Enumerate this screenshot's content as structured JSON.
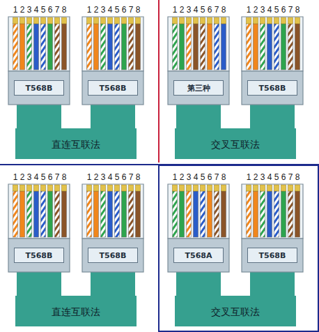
{
  "diagram": {
    "nodes": [
      {
        "text": [
          "T568B"
        ]
      },
      {
        "text": [
          "T568B"
        ]
      },
      {
        "text": [
          "直连互联法"
        ]
      },
      {
        "text": [
          "第三种"
        ]
      },
      {
        "text": [
          "T568B"
        ]
      },
      {
        "text": [
          "交叉互联法"
        ]
      },
      {
        "text": [
          "T568B"
        ]
      },
      {
        "text": [
          "T568B"
        ]
      },
      {
        "text": [
          "直连互联法"
        ]
      },
      {
        "text": [
          "T568A"
        ]
      },
      {
        "text": [
          "T568B"
        ]
      },
      {
        "text": [
          "交叉互联法"
        ]
      }
    ],
    "labels": [
      "12345678",
      "12345678",
      "12345678",
      "12345678",
      "12345678",
      "12345678",
      "12345678",
      "12345678"
    ]
  }
}
